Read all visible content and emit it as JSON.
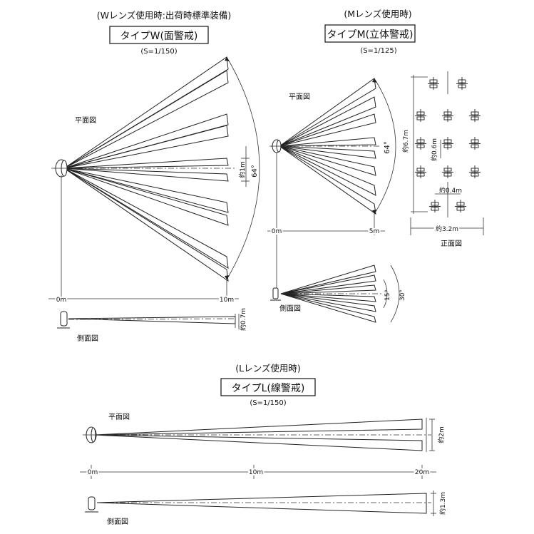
{
  "section_w": {
    "heading": "(Wレンズ使用時:出荷時標準装備)",
    "type_label": "タイプW(面警戒)",
    "scale": "(S=1/150)",
    "plan_label": "平面図",
    "side_label": "側面図",
    "angle": "64°",
    "width_dim": "約1m",
    "dist_start": "0m",
    "dist_end": "10m",
    "height_dim": "約0.7m"
  },
  "section_m": {
    "heading": "(Mレンズ使用時)",
    "type_label": "タイプM(立体警戒)",
    "scale": "(S=1/125)",
    "plan_label": "平面図",
    "side_label": "側面図",
    "angle": "64°",
    "dist_start": "0m",
    "dist_end": "5m",
    "side_angle_inner": "15°",
    "side_angle_outer": "30°"
  },
  "section_front": {
    "label": "正面図",
    "height_dim": "約6.7m",
    "spacing_v": "約0.6m",
    "spacing_h": "約0.4m",
    "width_dim": "約3.2m"
  },
  "section_l": {
    "heading": "(Lレンズ使用時)",
    "type_label": "タイプL(線警戒)",
    "scale": "(S=1/150)",
    "plan_label": "平面図",
    "side_label": "側面図",
    "width_dim": "約2m",
    "dist_start": "0m",
    "dist_mid": "10m",
    "dist_end": "20m",
    "height_dim": "約1.3m"
  }
}
